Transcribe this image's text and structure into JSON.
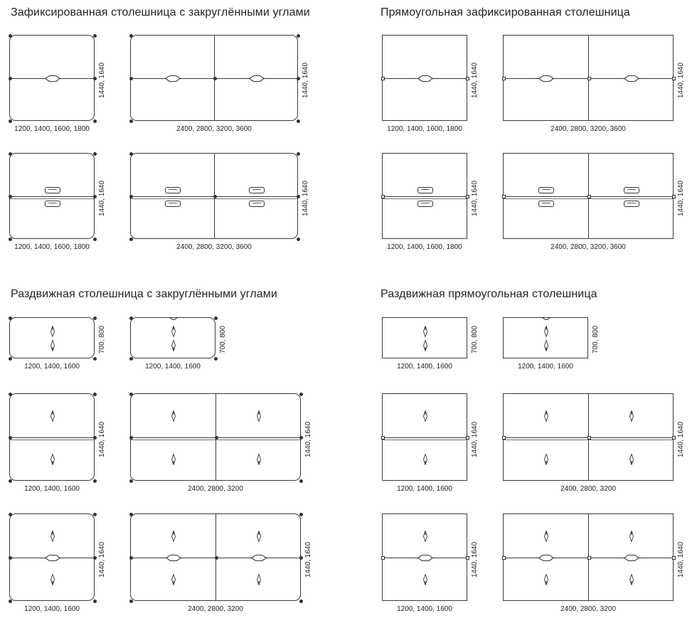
{
  "sections": [
    {
      "title": "Зафиксированная столешница с закруглёнными углами"
    },
    {
      "title": "Прямоугольная зафиксированная столешница"
    },
    {
      "title": "Раздвижная столешница с закруглёнными углами"
    },
    {
      "title": "Раздвижная прямоугольная столешница"
    }
  ],
  "dimensions": {
    "d1440_1640": "1440, 1640",
    "d700_800": "700, 800",
    "w1200_1800": "1200, 1400, 1600, 1800",
    "w2400_3600": "2400, 2800, 3200, 3600",
    "w1200_1600": "1200, 1400, 1600",
    "w2400_3200": "2400, 2800, 3200"
  },
  "colors": {
    "line": "#3a3a3a",
    "background": "#ffffff",
    "text": "#222222"
  }
}
